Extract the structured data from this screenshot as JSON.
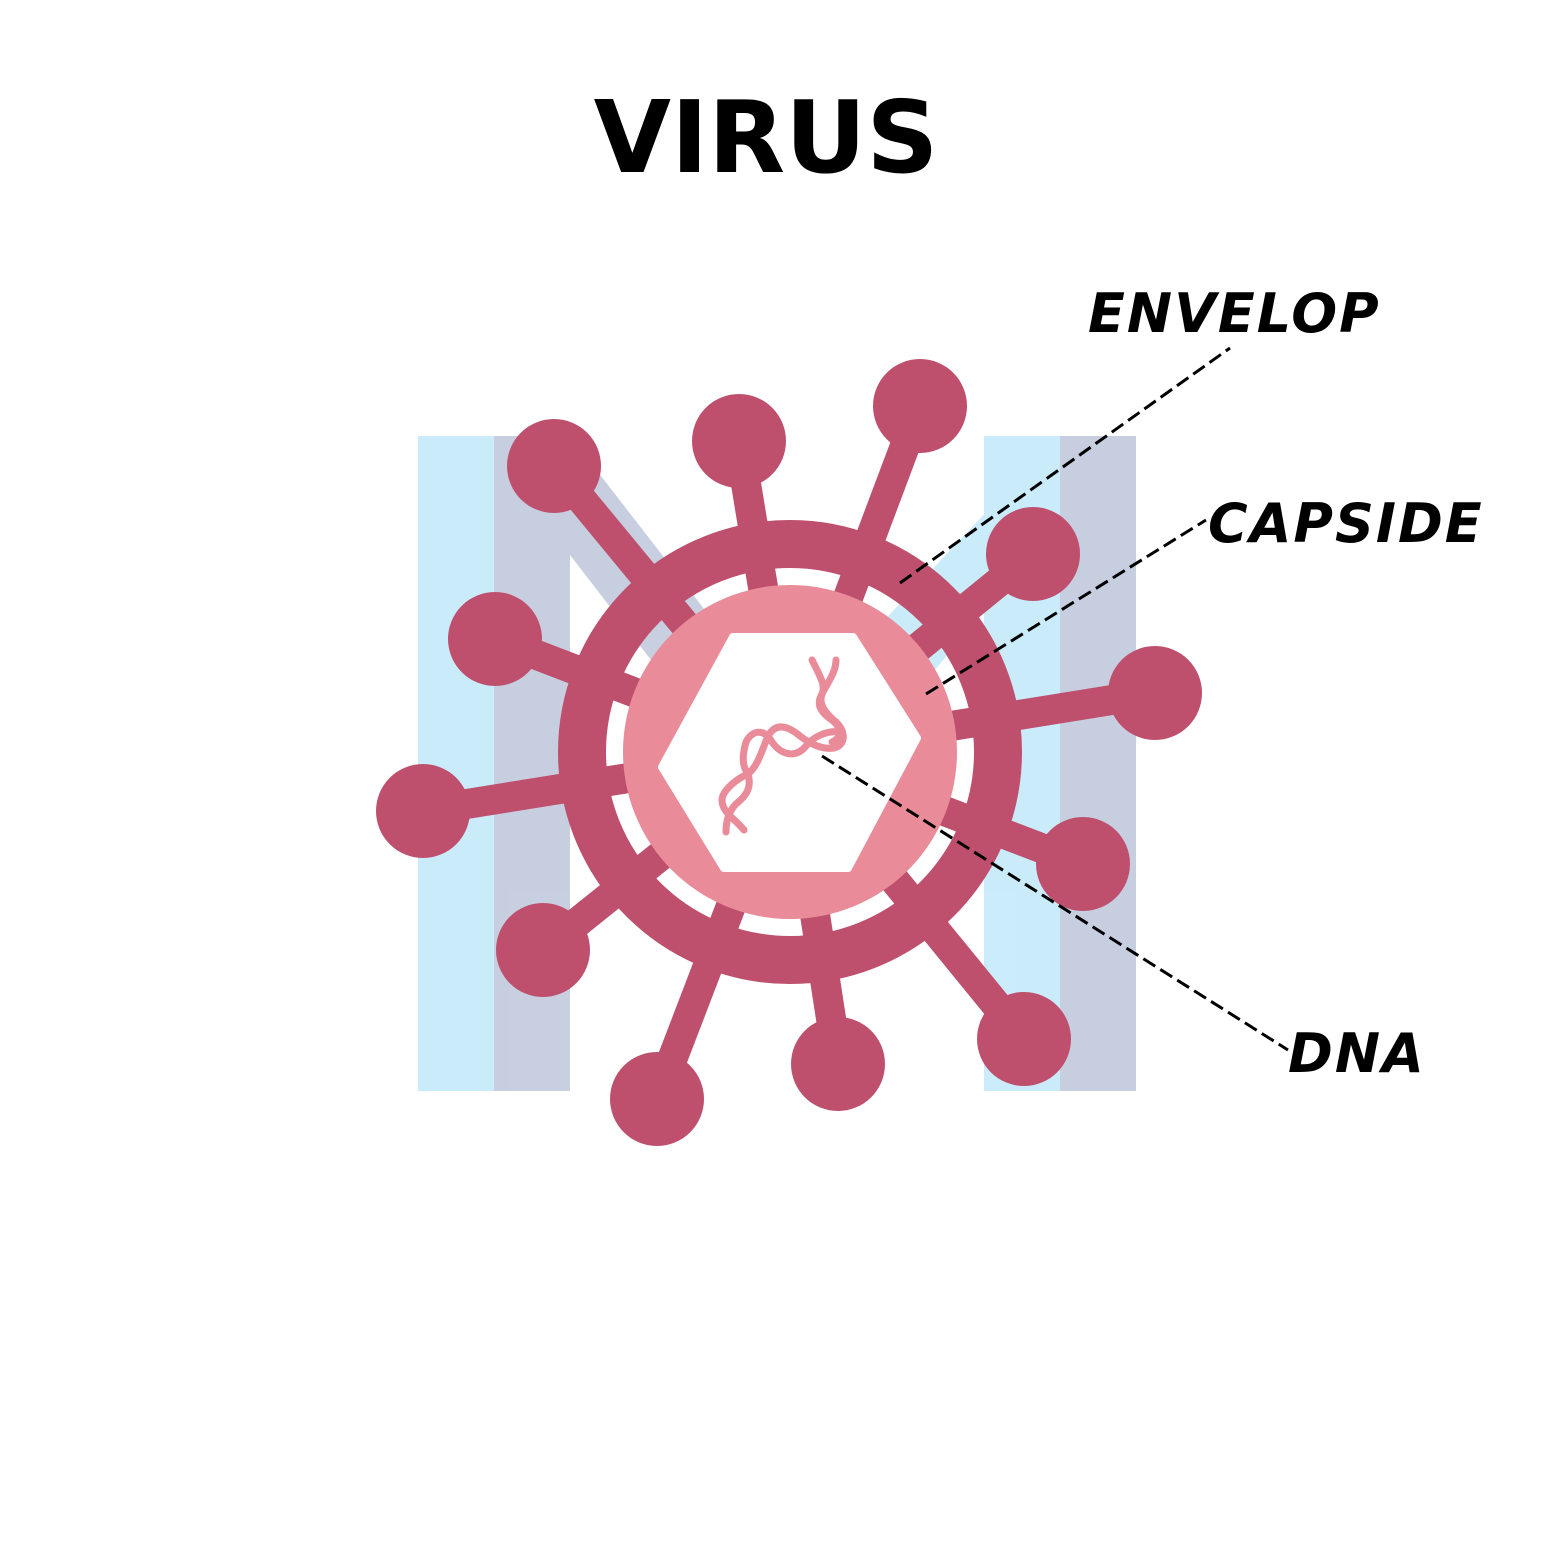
{
  "title": "VIRUS",
  "labels": {
    "envelope": "ENVELOP",
    "capsid": "CAPSIDE",
    "dna": "DNA"
  },
  "colors": {
    "envelope": "#BE506E",
    "capsid_disc": "#E98B98",
    "dna": "#E98B98",
    "background": "#FFFFFF",
    "watermark_light": "#C8EBFA",
    "watermark_dark": "#C5CCDF",
    "text": "#000000"
  },
  "icons": {
    "virus": "virus-icon",
    "watermark": "watermark-logo-m"
  }
}
